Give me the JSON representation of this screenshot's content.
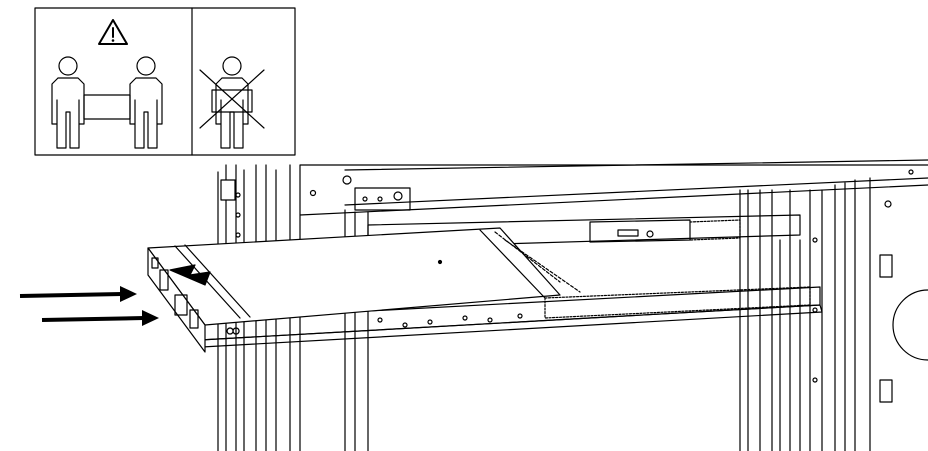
{
  "illustration": {
    "subject": "rack-server-installation",
    "colors": {
      "line": "#000000",
      "background": "#ffffff"
    },
    "warning_panel": {
      "icons": [
        "warning-triangle-icon",
        "two-person-lift-icon",
        "no-single-person-lift-icon"
      ]
    },
    "arrows": {
      "count": 2,
      "direction": "right",
      "icon": "arrow-right-icon"
    }
  }
}
